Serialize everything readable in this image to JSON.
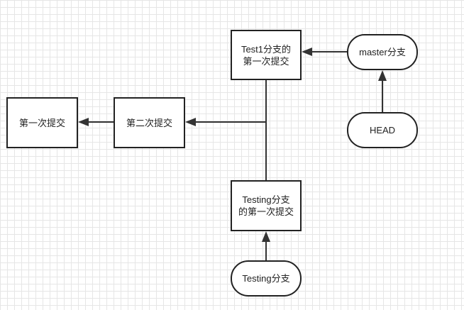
{
  "nodes": {
    "first_commit": {
      "label": "第一次提交"
    },
    "second_commit": {
      "label": "第二次提交"
    },
    "test1_first_commit": {
      "label": "Test1分支的\n第一次提交"
    },
    "testing_first_commit": {
      "label": "Testing分支\n的第一次提交"
    },
    "master_branch": {
      "label": "master分支"
    },
    "head": {
      "label": "HEAD"
    },
    "testing_branch": {
      "label": "Testing分支"
    }
  },
  "colors": {
    "stroke": "#222222",
    "grid": "#e6e6e6",
    "background": "#ffffff"
  }
}
